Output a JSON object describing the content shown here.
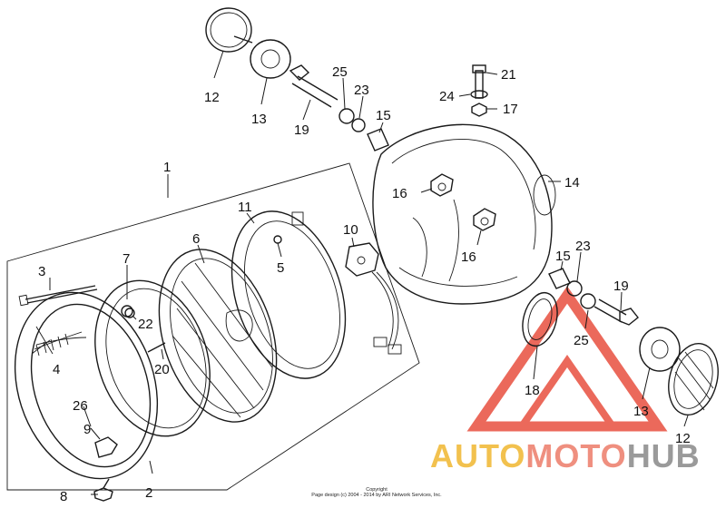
{
  "diagram": {
    "callouts": [
      "1",
      "2",
      "3",
      "4",
      "5",
      "6",
      "7",
      "8",
      "9",
      "10",
      "11",
      "12",
      "13",
      "14",
      "15",
      "16",
      "17",
      "18",
      "19",
      "20",
      "21",
      "22",
      "23",
      "24",
      "25",
      "26"
    ]
  },
  "copyright": {
    "line1": "Copyright",
    "line2": "Page design (c) 2004 - 2014 by ARI Network Services, Inc."
  },
  "watermark": {
    "part1": "AUTO",
    "part2": "MOTO",
    "part3": "HUB",
    "colors": {
      "part1": "#f2c14e",
      "part2": "#ef8f7f",
      "part3": "#9a9a9a",
      "triangle": "#e8503f"
    }
  }
}
